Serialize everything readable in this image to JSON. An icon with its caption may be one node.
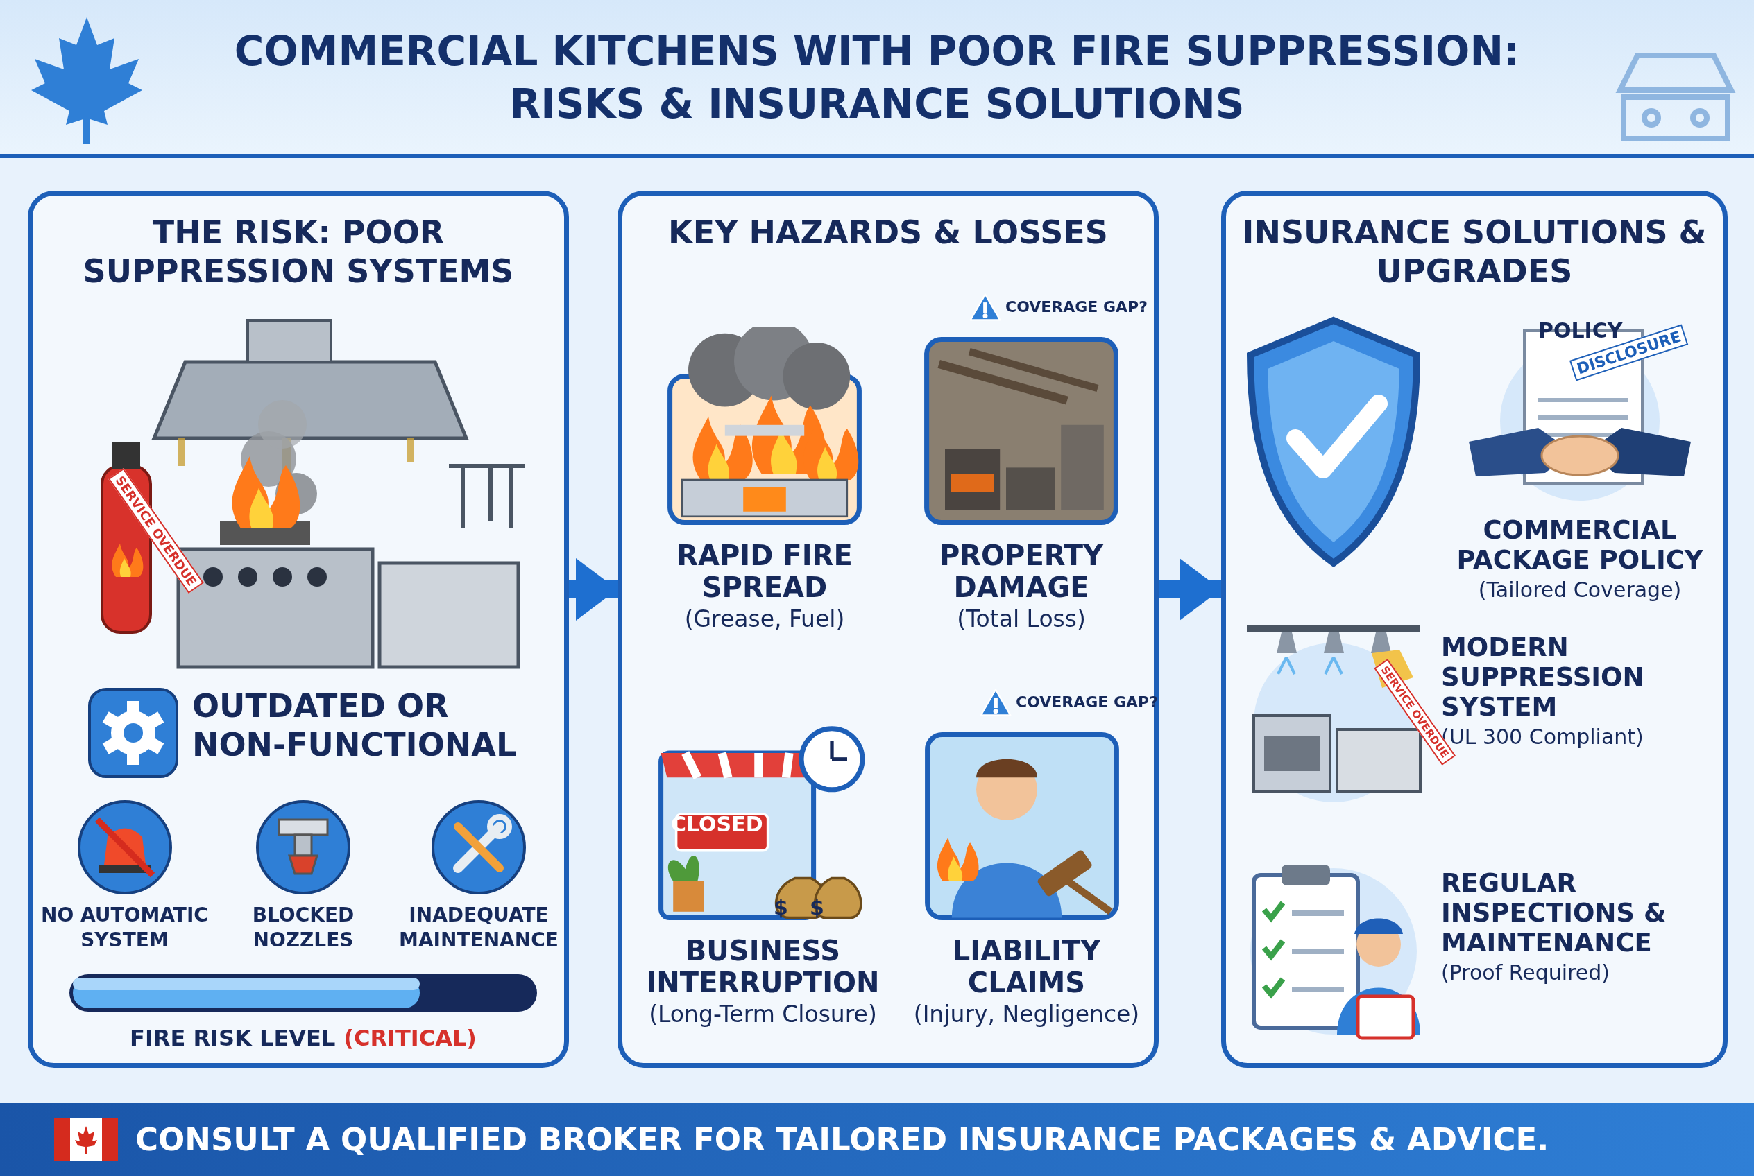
{
  "diagram": {
    "title": "COMMERCIAL KITCHENS WITH POOR FIRE SUPPRESSION: RISKS & INSURANCE SOLUTIONS",
    "caption": "CONSULT A QUALIFIED BROKER FOR TAILORED INSURANCE PACKAGES & ADVICE.",
    "nodes": [
      {
        "text": [
          "THE RISK: POOR SUPPRESSION SYSTEMS"
        ]
      },
      {
        "text": [
          "OUTDATED OR NON-FUNCTIONAL"
        ],
        "in": 0
      },
      {
        "text": [
          "NO AUTOMATIC SYSTEM"
        ],
        "in": 0
      },
      {
        "text": [
          "BLOCKED NOZZLES"
        ],
        "in": 0
      },
      {
        "text": [
          "INADEQUATE MAINTENANCE"
        ],
        "in": 0
      },
      {
        "text": [
          "FIRE RISK LEVEL",
          "(CRITICAL)"
        ],
        "in": 0
      },
      {
        "text": [
          "KEY HAZARDS & LOSSES"
        ]
      },
      {
        "text": [
          "RAPID FIRE SPREAD",
          "(Grease, Fuel)"
        ],
        "in": 6
      },
      {
        "text": [
          "PROPERTY DAMAGE",
          "(Total Loss)"
        ],
        "beside": [
          "COVERAGE GAP?"
        ],
        "in": 6
      },
      {
        "text": [
          "BUSINESS INTERRUPTION",
          "(Long-Term Closure)"
        ],
        "in": 6
      },
      {
        "text": [
          "LIABILITY CLAIMS",
          "(Injury, Negligence)"
        ],
        "beside": [
          "COVERAGE GAP?"
        ],
        "in": 6
      },
      {
        "text": [
          "INSURANCE SOLUTIONS & UPGRADES"
        ]
      },
      {
        "text": [
          "COMMERCIAL PACKAGE POLICY",
          "(Tailored Coverage)"
        ],
        "in": 11
      },
      {
        "text": [
          "MODERN SUPPRESSION SYSTEM",
          "(UL 300 Compliant)"
        ],
        "in": 11
      },
      {
        "text": [
          "REGULAR INSPECTIONS & MAINTENANCE",
          "(Proof Required)"
        ],
        "in": 11
      }
    ],
    "edges": [
      {
        "from": 0,
        "to": 6,
        "arrow": "to"
      },
      {
        "from": 6,
        "to": 11,
        "arrow": "to"
      }
    ],
    "labels": [
      "POLICY",
      "DISCLOSURE",
      "SERVICE OVERDUE",
      "SERVICE OVERDUE",
      "CLOSED",
      "$",
      "$"
    ]
  }
}
